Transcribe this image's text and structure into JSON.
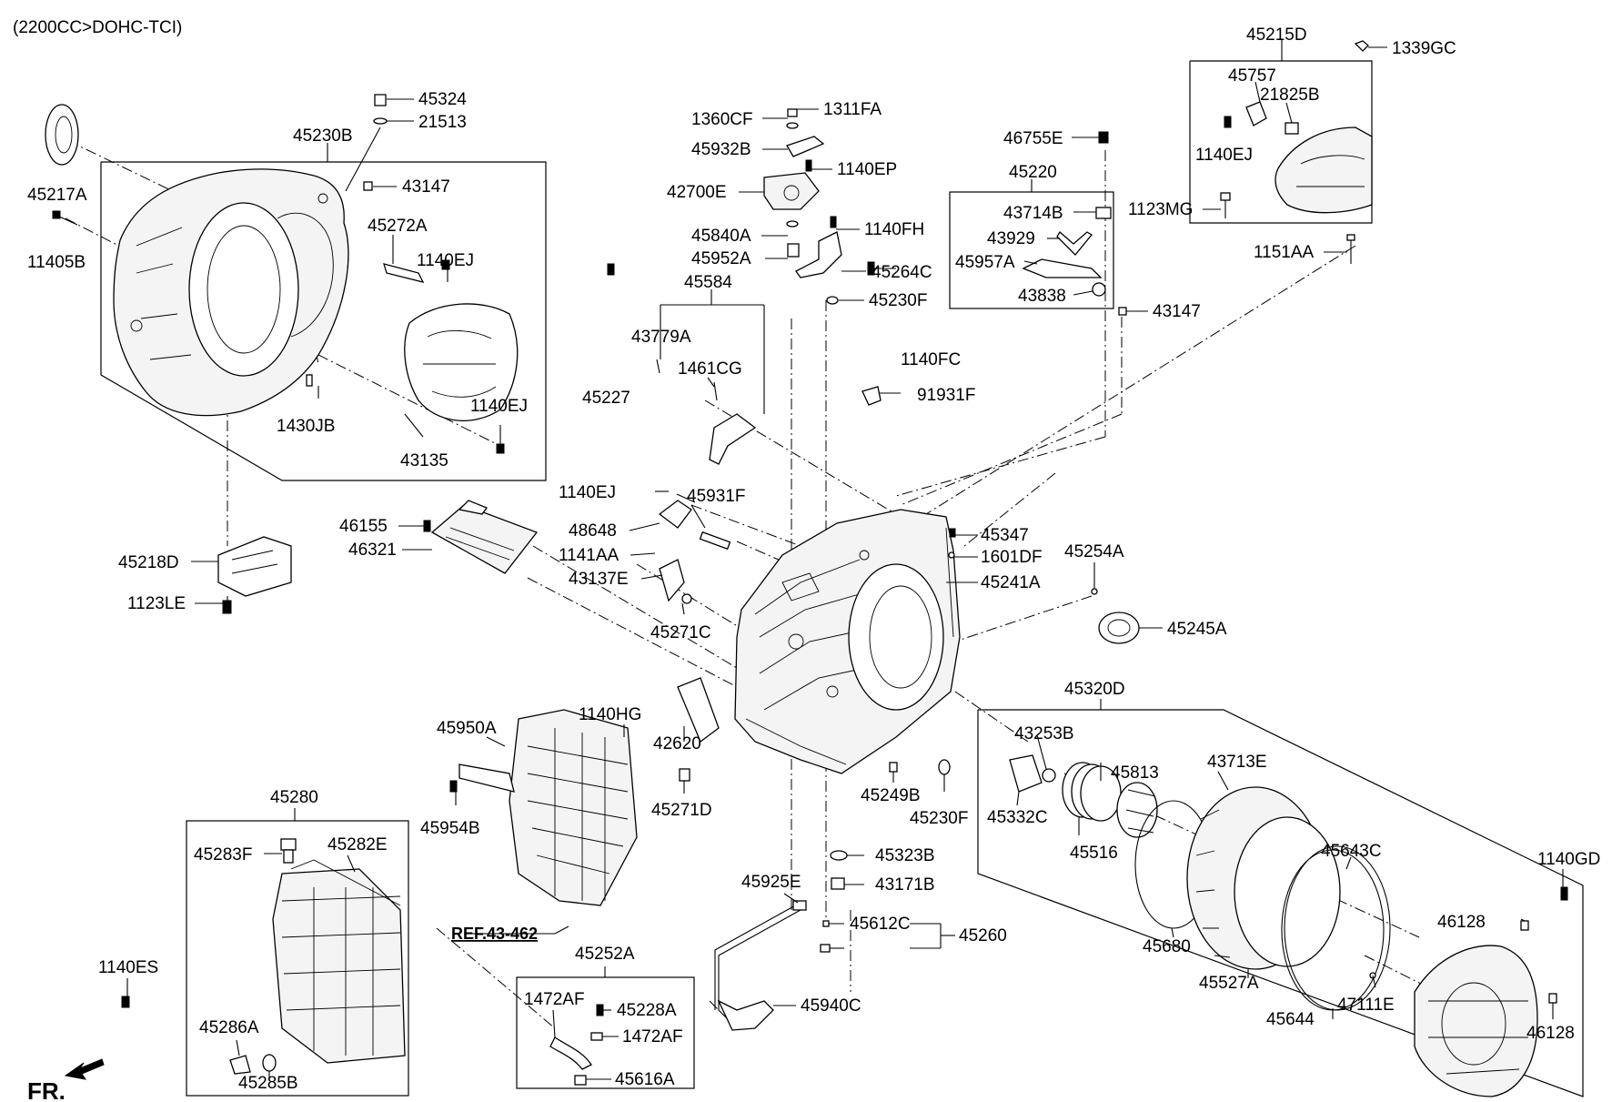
{
  "header": {
    "engine_spec": "(2200CC>DOHC-TCI)"
  },
  "labels": {
    "p45324": "45324",
    "p21513": "21513",
    "p45230B": "45230B",
    "p43147a": "43147",
    "p45217A": "45217A",
    "p11405B": "11405B",
    "p45272A": "45272A",
    "p1140EJa": "1140EJ",
    "p1140EJb": "1140EJ",
    "p1430JB": "1430JB",
    "p43135": "43135",
    "p45218D": "45218D",
    "p1123LE": "1123LE",
    "p46155": "46155",
    "p46321": "46321",
    "p1360CF": "1360CF",
    "p1311FA": "1311FA",
    "p45932B": "45932B",
    "p1140EP": "1140EP",
    "p42700E": "42700E",
    "p45840A": "45840A",
    "p1140FH": "1140FH",
    "p45952A": "45952A",
    "p45264C": "45264C",
    "p45584": "45584",
    "p45230Fa": "45230F",
    "p43779A": "43779A",
    "p1461CG": "1461CG",
    "p45227": "45227",
    "p1140FC": "1140FC",
    "p91931F": "91931F",
    "p46755E": "46755E",
    "p45220": "45220",
    "p43714B": "43714B",
    "p43929": "43929",
    "p45957A": "45957A",
    "p43838": "43838",
    "p43147b": "43147",
    "p45215D": "45215D",
    "p1339GC": "1339GC",
    "p45757": "45757",
    "p21825B": "21825B",
    "p1140EJc": "1140EJ",
    "p1123MG": "1123MG",
    "p1151AA": "1151AA",
    "p1140EJd": "1140EJ",
    "p45931F": "45931F",
    "p48648": "48648",
    "p1141AA": "1141AA",
    "p43137E": "43137E",
    "p45271C": "45271C",
    "p45347": "45347",
    "p1601DF": "1601DF",
    "p45241A": "45241A",
    "p45254A": "45254A",
    "p45245A": "45245A",
    "p45320D": "45320D",
    "p1140HG": "1140HG",
    "p42620": "42620",
    "p45950A": "45950A",
    "p45954B": "45954B",
    "p45271D": "45271D",
    "p45249B": "45249B",
    "p45230Fb": "45230F",
    "p43253B": "43253B",
    "p45813": "45813",
    "p43713E": "43713E",
    "p45332C": "45332C",
    "p45516": "45516",
    "p45323B": "45323B",
    "p43171B": "43171B",
    "p45280": "45280",
    "p45283F": "45283F",
    "p45282E": "45282E",
    "p1140ES": "1140ES",
    "p45286A": "45286A",
    "p45285B": "45285B",
    "p45925E": "45925E",
    "p45612C": "45612C",
    "p45260": "45260",
    "p45252A": "45252A",
    "p1472AFa": "1472AF",
    "p45228A": "45228A",
    "p1472AFb": "1472AF",
    "p45616A": "45616A",
    "p45940C": "45940C",
    "p45680": "45680",
    "p45527A": "45527A",
    "p45643C": "45643C",
    "p45644": "45644",
    "p47111E": "47111E",
    "p1140GD": "1140GD",
    "p46128a": "46128",
    "p46128b": "46128"
  },
  "reference": {
    "text": "REF.43-462"
  },
  "front_indicator": {
    "text": "FR."
  }
}
